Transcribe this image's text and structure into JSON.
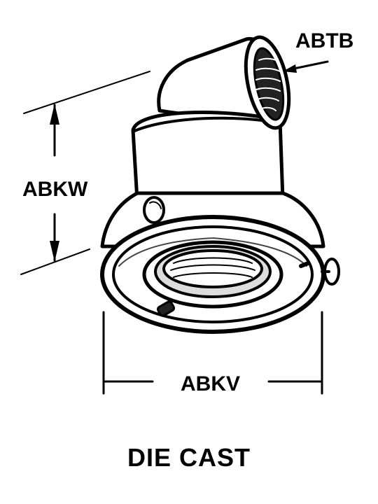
{
  "labels": {
    "top_port": "ABTB",
    "height": "ABKW",
    "width": "ABKV"
  },
  "caption": "DIE CAST",
  "colors": {
    "ink": "#000000",
    "paper": "#ffffff"
  }
}
